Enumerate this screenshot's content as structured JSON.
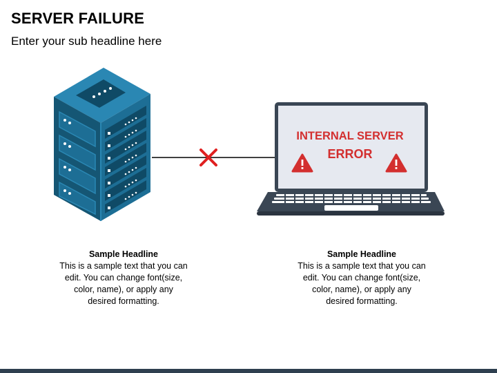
{
  "header": {
    "title": "SERVER FAILURE",
    "subtitle": "Enter your sub headline here"
  },
  "laptop_screen": {
    "line1": "INTERNAL SERVER",
    "line2": "ERROR"
  },
  "captions": [
    {
      "headline": "Sample Headline",
      "lines": [
        "This is a sample text that you can",
        "edit. You can change font(size,",
        "color, name), or apply any",
        "desired formatting."
      ]
    },
    {
      "headline": "Sample Headline",
      "lines": [
        "This is a sample text that you can",
        "edit. You can change font(size,",
        "color, name), or apply any",
        "desired formatting."
      ]
    }
  ],
  "colors": {
    "server_front": "#1d6e95",
    "server_side": "#155674",
    "server_top": "#2a87b3",
    "error_red": "#d32f2f",
    "laptop_frame": "#3a4654",
    "screen_bg": "#e6e9f0",
    "bottom_bar": "#2e3f4f"
  }
}
